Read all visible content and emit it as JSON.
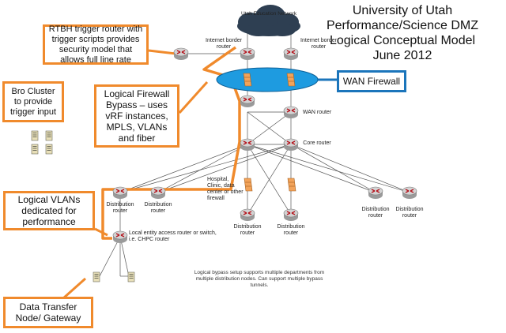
{
  "title": {
    "line1": "University of Utah",
    "line2": "Performance/Science DMZ",
    "line3": "Logical Conceptual Model",
    "line4": "June 2012"
  },
  "callouts": {
    "rtbh": "RTBH trigger router with trigger scripts provides security model that allows full line rate",
    "bro": "Bro Cluster to provide trigger input",
    "firewall_bypass": "Logical Firewall Bypass – uses vRF instances, MPLS, VLANs and fiber",
    "wan_firewall": "WAN Firewall",
    "vlans": "Logical VLANs dedicated for performance",
    "dtn": "Data Transfer Node/ Gateway"
  },
  "labels": {
    "uen": "Utah Education Network",
    "border_left": "Internet border router",
    "border_right": "Internet border router",
    "wan_router": "WAN router",
    "core_router": "Core router",
    "hospital": "Hospital, Clinic, data center or other firewall",
    "dist_1": "Distribution router",
    "dist_2": "Distribution router",
    "dist_3": "Distribution router",
    "dist_4": "Distribution router",
    "dist_5": "Distribution router",
    "dist_6": "Distribution router",
    "access_router": "Local entity access router or switch, i.e. CHPC router",
    "bypass_note": "Logical bypass setup supports multiple departments from multiple distribution nodes.  Can support multiple bypass tunnels."
  },
  "colors": {
    "accent_orange": "#f08a2c",
    "accent_blue": "#1b75bb",
    "firewall_oval": "#1e9be0",
    "router_body": "#c9c9c9",
    "router_arrows": "#b5121b",
    "firewall_device": "#f2a35a",
    "cloud": "#2e3f52"
  },
  "icons": [
    "router-icon",
    "firewall-icon",
    "cloud-icon",
    "server-icon"
  ]
}
